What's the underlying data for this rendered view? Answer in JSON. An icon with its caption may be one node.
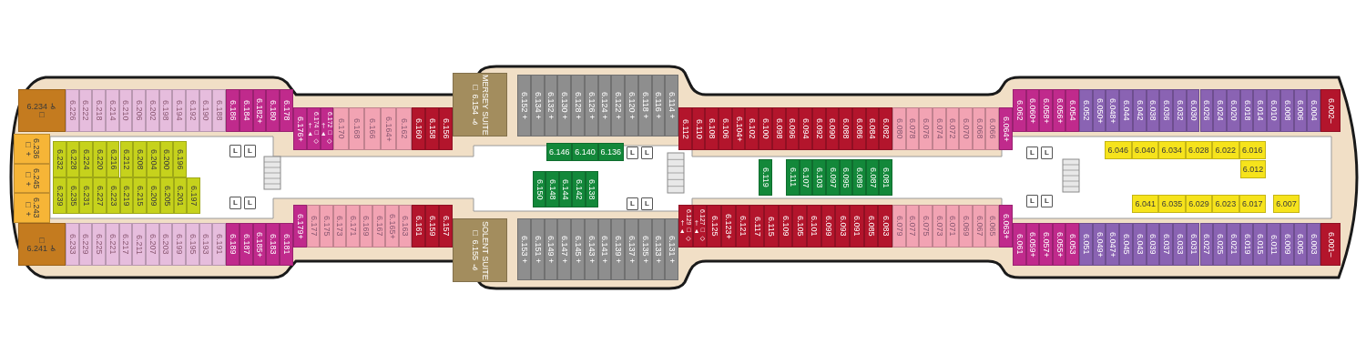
{
  "diagram": {
    "nodes": [
      {
        "text": [
          "6.234 ♿",
          "□"
        ]
      },
      {
        "text": [
          "6.226"
        ]
      },
      {
        "text": [
          "6.222"
        ]
      },
      {
        "text": [
          "6.218"
        ]
      },
      {
        "text": [
          "6.214"
        ]
      },
      {
        "text": [
          "6.210"
        ]
      },
      {
        "text": [
          "6.206"
        ]
      },
      {
        "text": [
          "6.202"
        ]
      },
      {
        "text": [
          "6.198"
        ]
      },
      {
        "text": [
          "6.194"
        ]
      },
      {
        "text": [
          "6.192"
        ]
      },
      {
        "text": [
          "6.190"
        ]
      },
      {
        "text": [
          "6.188"
        ]
      },
      {
        "text": [
          "6.186"
        ]
      },
      {
        "text": [
          "6.184"
        ]
      },
      {
        "text": [
          "6.182+"
        ]
      },
      {
        "text": [
          "6.180"
        ]
      },
      {
        "text": [
          "6.178"
        ]
      },
      {
        "text": [
          "6.176+"
        ]
      },
      {
        "text": [
          "6.174 □ ◇ † ▲"
        ]
      },
      {
        "text": [
          "6.172 □ ◇ † ▲"
        ]
      },
      {
        "text": [
          "6.170"
        ]
      },
      {
        "text": [
          "6.168"
        ]
      },
      {
        "text": [
          "6.166"
        ]
      },
      {
        "text": [
          "6.164+"
        ]
      },
      {
        "text": [
          "6.162"
        ]
      },
      {
        "text": [
          "6.160"
        ]
      },
      {
        "text": [
          "6.158"
        ]
      },
      {
        "text": [
          "6.156"
        ]
      },
      {
        "text": [
          "MERSEY SUITE",
          "□ 6.154 ♿"
        ]
      },
      {
        "text": [
          "6.152 +"
        ]
      },
      {
        "text": [
          "6.134 +"
        ]
      },
      {
        "text": [
          "6.132 +"
        ]
      },
      {
        "text": [
          "6.130 +"
        ]
      },
      {
        "text": [
          "6.128 +"
        ]
      },
      {
        "text": [
          "6.126 +"
        ]
      },
      {
        "text": [
          "6.124 +"
        ]
      },
      {
        "text": [
          "6.122 +"
        ]
      },
      {
        "text": [
          "6.120 +"
        ]
      },
      {
        "text": [
          "6.118 +"
        ]
      },
      {
        "text": [
          "6.116 +"
        ]
      },
      {
        "text": [
          "6.114 +"
        ]
      },
      {
        "text": [
          "6.112"
        ]
      },
      {
        "text": [
          "6.110"
        ]
      },
      {
        "text": [
          "6.108"
        ]
      },
      {
        "text": [
          "6.106"
        ]
      },
      {
        "text": [
          "6.104+"
        ]
      },
      {
        "text": [
          "6.102"
        ]
      },
      {
        "text": [
          "6.100"
        ]
      },
      {
        "text": [
          "6.098"
        ]
      },
      {
        "text": [
          "6.096"
        ]
      },
      {
        "text": [
          "6.094"
        ]
      },
      {
        "text": [
          "6.092"
        ]
      },
      {
        "text": [
          "6.090"
        ]
      },
      {
        "text": [
          "6.088"
        ]
      },
      {
        "text": [
          "6.086"
        ]
      },
      {
        "text": [
          "6.084"
        ]
      },
      {
        "text": [
          "6.082"
        ]
      },
      {
        "text": [
          "6.080"
        ]
      },
      {
        "text": [
          "6.078"
        ]
      },
      {
        "text": [
          "6.076"
        ]
      },
      {
        "text": [
          "6.074"
        ]
      },
      {
        "text": [
          "6.072"
        ]
      },
      {
        "text": [
          "6.070"
        ]
      },
      {
        "text": [
          "6.068"
        ]
      },
      {
        "text": [
          "6.066"
        ]
      },
      {
        "text": [
          "6.064+"
        ]
      },
      {
        "text": [
          "6.062"
        ]
      },
      {
        "text": [
          "6.060+"
        ]
      },
      {
        "text": [
          "6.058+"
        ]
      },
      {
        "text": [
          "6.056+"
        ]
      },
      {
        "text": [
          "6.054"
        ]
      },
      {
        "text": [
          "6.052"
        ]
      },
      {
        "text": [
          "6.050+"
        ]
      },
      {
        "text": [
          "6.048+"
        ]
      },
      {
        "text": [
          "6.044"
        ]
      },
      {
        "text": [
          "6.042"
        ]
      },
      {
        "text": [
          "6.038"
        ]
      },
      {
        "text": [
          "6.036"
        ]
      },
      {
        "text": [
          "6.032"
        ]
      },
      {
        "text": [
          "6.030"
        ]
      },
      {
        "text": [
          "6.026"
        ]
      },
      {
        "text": [
          "6.024"
        ]
      },
      {
        "text": [
          "6.020"
        ]
      },
      {
        "text": [
          "6.018"
        ]
      },
      {
        "text": [
          "6.014"
        ]
      },
      {
        "text": [
          "6.010"
        ]
      },
      {
        "text": [
          "6.008"
        ]
      },
      {
        "text": [
          "6.006"
        ]
      },
      {
        "text": [
          "6.004"
        ]
      },
      {
        "text": [
          "6.002–"
        ]
      },
      {
        "text": [
          "6.236 □ +"
        ]
      },
      {
        "text": [
          "6.245 □ +"
        ]
      },
      {
        "text": [
          "6.243 □ +"
        ]
      },
      {
        "text": [
          "6.232"
        ]
      },
      {
        "text": [
          "6.228"
        ]
      },
      {
        "text": [
          "6.224"
        ]
      },
      {
        "text": [
          "6.220"
        ]
      },
      {
        "text": [
          "6.216"
        ]
      },
      {
        "text": [
          "6.212"
        ]
      },
      {
        "text": [
          "6.208"
        ]
      },
      {
        "text": [
          "6.204"
        ]
      },
      {
        "text": [
          "6.200"
        ]
      },
      {
        "text": [
          "6.196"
        ]
      },
      {
        "text": [
          "6.239"
        ]
      },
      {
        "text": [
          "6.235"
        ]
      },
      {
        "text": [
          "6.231"
        ]
      },
      {
        "text": [
          "6.227"
        ]
      },
      {
        "text": [
          "6.223"
        ]
      },
      {
        "text": [
          "6.219"
        ]
      },
      {
        "text": [
          "6.215"
        ]
      },
      {
        "text": [
          "6.209"
        ]
      },
      {
        "text": [
          "6.205"
        ]
      },
      {
        "text": [
          "6.201"
        ]
      },
      {
        "text": [
          "6.197"
        ]
      },
      {
        "text": [
          "L"
        ]
      },
      {
        "text": [
          "L"
        ]
      },
      {
        "text": [
          "L"
        ]
      },
      {
        "text": [
          "L"
        ]
      },
      {
        "text": [
          "6.146"
        ]
      },
      {
        "text": [
          "6.140"
        ]
      },
      {
        "text": [
          "6.136"
        ]
      },
      {
        "text": [
          "6.150"
        ]
      },
      {
        "text": [
          "6.148"
        ]
      },
      {
        "text": [
          "6.144"
        ]
      },
      {
        "text": [
          "6.142"
        ]
      },
      {
        "text": [
          "6.138"
        ]
      },
      {
        "text": [
          "L"
        ]
      },
      {
        "text": [
          "L"
        ]
      },
      {
        "text": [
          "L"
        ]
      },
      {
        "text": [
          "L"
        ]
      },
      {
        "text": [
          "6.119"
        ]
      },
      {
        "text": [
          "6.111"
        ]
      },
      {
        "text": [
          "6.107"
        ]
      },
      {
        "text": [
          "6.103"
        ]
      },
      {
        "text": [
          "6.097"
        ]
      },
      {
        "text": [
          "6.095"
        ]
      },
      {
        "text": [
          "6.089"
        ]
      },
      {
        "text": [
          "6.087"
        ]
      },
      {
        "text": [
          "6.081"
        ]
      },
      {
        "text": [
          "L"
        ]
      },
      {
        "text": [
          "L"
        ]
      },
      {
        "text": [
          "L"
        ]
      },
      {
        "text": [
          "L"
        ]
      },
      {
        "text": [
          "6.046"
        ]
      },
      {
        "text": [
          "6.040"
        ]
      },
      {
        "text": [
          "6.034"
        ]
      },
      {
        "text": [
          "6.028"
        ]
      },
      {
        "text": [
          "6.022"
        ]
      },
      {
        "text": [
          "6.016"
        ]
      },
      {
        "text": [
          "6.012"
        ]
      },
      {
        "text": [
          "6.041"
        ]
      },
      {
        "text": [
          "6.035"
        ]
      },
      {
        "text": [
          "6.029"
        ]
      },
      {
        "text": [
          "6.023"
        ]
      },
      {
        "text": [
          "6.017"
        ]
      },
      {
        "text": [
          "6.007"
        ]
      },
      {
        "text": [
          "□",
          "6.241 ♿"
        ]
      },
      {
        "text": [
          "6.233"
        ]
      },
      {
        "text": [
          "6.229"
        ]
      },
      {
        "text": [
          "6.225"
        ]
      },
      {
        "text": [
          "6.221"
        ]
      },
      {
        "text": [
          "6.217"
        ]
      },
      {
        "text": [
          "6.211"
        ]
      },
      {
        "text": [
          "6.207"
        ]
      },
      {
        "text": [
          "6.203"
        ]
      },
      {
        "text": [
          "6.199"
        ]
      },
      {
        "text": [
          "6.195"
        ]
      },
      {
        "text": [
          "6.193"
        ]
      },
      {
        "text": [
          "6.191"
        ]
      },
      {
        "text": [
          "6.189"
        ]
      },
      {
        "text": [
          "6.187"
        ]
      },
      {
        "text": [
          "6.185+"
        ]
      },
      {
        "text": [
          "6.183"
        ]
      },
      {
        "text": [
          "6.181"
        ]
      },
      {
        "text": [
          "6.179+"
        ]
      },
      {
        "text": [
          "6.177"
        ]
      },
      {
        "text": [
          "6.175"
        ]
      },
      {
        "text": [
          "6.173"
        ]
      },
      {
        "text": [
          "6.171"
        ]
      },
      {
        "text": [
          "6.169"
        ]
      },
      {
        "text": [
          "6.167"
        ]
      },
      {
        "text": [
          "6.165+"
        ]
      },
      {
        "text": [
          "6.163"
        ]
      },
      {
        "text": [
          "6.161"
        ]
      },
      {
        "text": [
          "6.159"
        ]
      },
      {
        "text": [
          "6.157"
        ]
      },
      {
        "text": [
          "SOLENT SUITE",
          "□ 6.155 ♿"
        ]
      },
      {
        "text": [
          "6.153 +"
        ]
      },
      {
        "text": [
          "6.151 +"
        ]
      },
      {
        "text": [
          "6.149 +"
        ]
      },
      {
        "text": [
          "6.147 +"
        ]
      },
      {
        "text": [
          "6.145 +"
        ]
      },
      {
        "text": [
          "6.143 +"
        ]
      },
      {
        "text": [
          "6.141 +"
        ]
      },
      {
        "text": [
          "6.139 +"
        ]
      },
      {
        "text": [
          "6.137 +"
        ]
      },
      {
        "text": [
          "6.135 +"
        ]
      },
      {
        "text": [
          "6.133 +"
        ]
      },
      {
        "text": [
          "6.131 +"
        ]
      },
      {
        "text": [
          "6.129 □ ◇ † ▲"
        ]
      },
      {
        "text": [
          "6.127 □ ◇ † ▲"
        ]
      },
      {
        "text": [
          "6.125"
        ]
      },
      {
        "text": [
          "6.123+"
        ]
      },
      {
        "text": [
          "6.121"
        ]
      },
      {
        "text": [
          "6.117"
        ]
      },
      {
        "text": [
          "6.115"
        ]
      },
      {
        "text": [
          "6.109"
        ]
      },
      {
        "text": [
          "6.105"
        ]
      },
      {
        "text": [
          "6.101"
        ]
      },
      {
        "text": [
          "6.099"
        ]
      },
      {
        "text": [
          "6.093"
        ]
      },
      {
        "text": [
          "6.091"
        ]
      },
      {
        "text": [
          "6.085"
        ]
      },
      {
        "text": [
          "6.083"
        ]
      },
      {
        "text": [
          "6.079"
        ]
      },
      {
        "text": [
          "6.077"
        ]
      },
      {
        "text": [
          "6.075"
        ]
      },
      {
        "text": [
          "6.073"
        ]
      },
      {
        "text": [
          "6.071"
        ]
      },
      {
        "text": [
          "6.069"
        ]
      },
      {
        "text": [
          "6.067"
        ]
      },
      {
        "text": [
          "6.065"
        ]
      },
      {
        "text": [
          "6.063+"
        ]
      },
      {
        "text": [
          "6.061"
        ]
      },
      {
        "text": [
          "6.059+"
        ]
      },
      {
        "text": [
          "6.057+"
        ]
      },
      {
        "text": [
          "6.055+"
        ]
      },
      {
        "text": [
          "6.053"
        ]
      },
      {
        "text": [
          "6.051"
        ]
      },
      {
        "text": [
          "6.049+"
        ]
      },
      {
        "text": [
          "6.047+"
        ]
      },
      {
        "text": [
          "6.045"
        ]
      },
      {
        "text": [
          "6.043"
        ]
      },
      {
        "text": [
          "6.039"
        ]
      },
      {
        "text": [
          "6.037"
        ]
      },
      {
        "text": [
          "6.033"
        ]
      },
      {
        "text": [
          "6.031"
        ]
      },
      {
        "text": [
          "6.027"
        ]
      },
      {
        "text": [
          "6.025"
        ]
      },
      {
        "text": [
          "6.021"
        ]
      },
      {
        "text": [
          "6.019"
        ]
      },
      {
        "text": [
          "6.015"
        ]
      },
      {
        "text": [
          "6.011"
        ]
      },
      {
        "text": [
          "6.009"
        ]
      },
      {
        "text": [
          "6.005"
        ]
      },
      {
        "text": [
          "6.003"
        ]
      },
      {
        "text": [
          "6.001–"
        ]
      }
    ]
  }
}
